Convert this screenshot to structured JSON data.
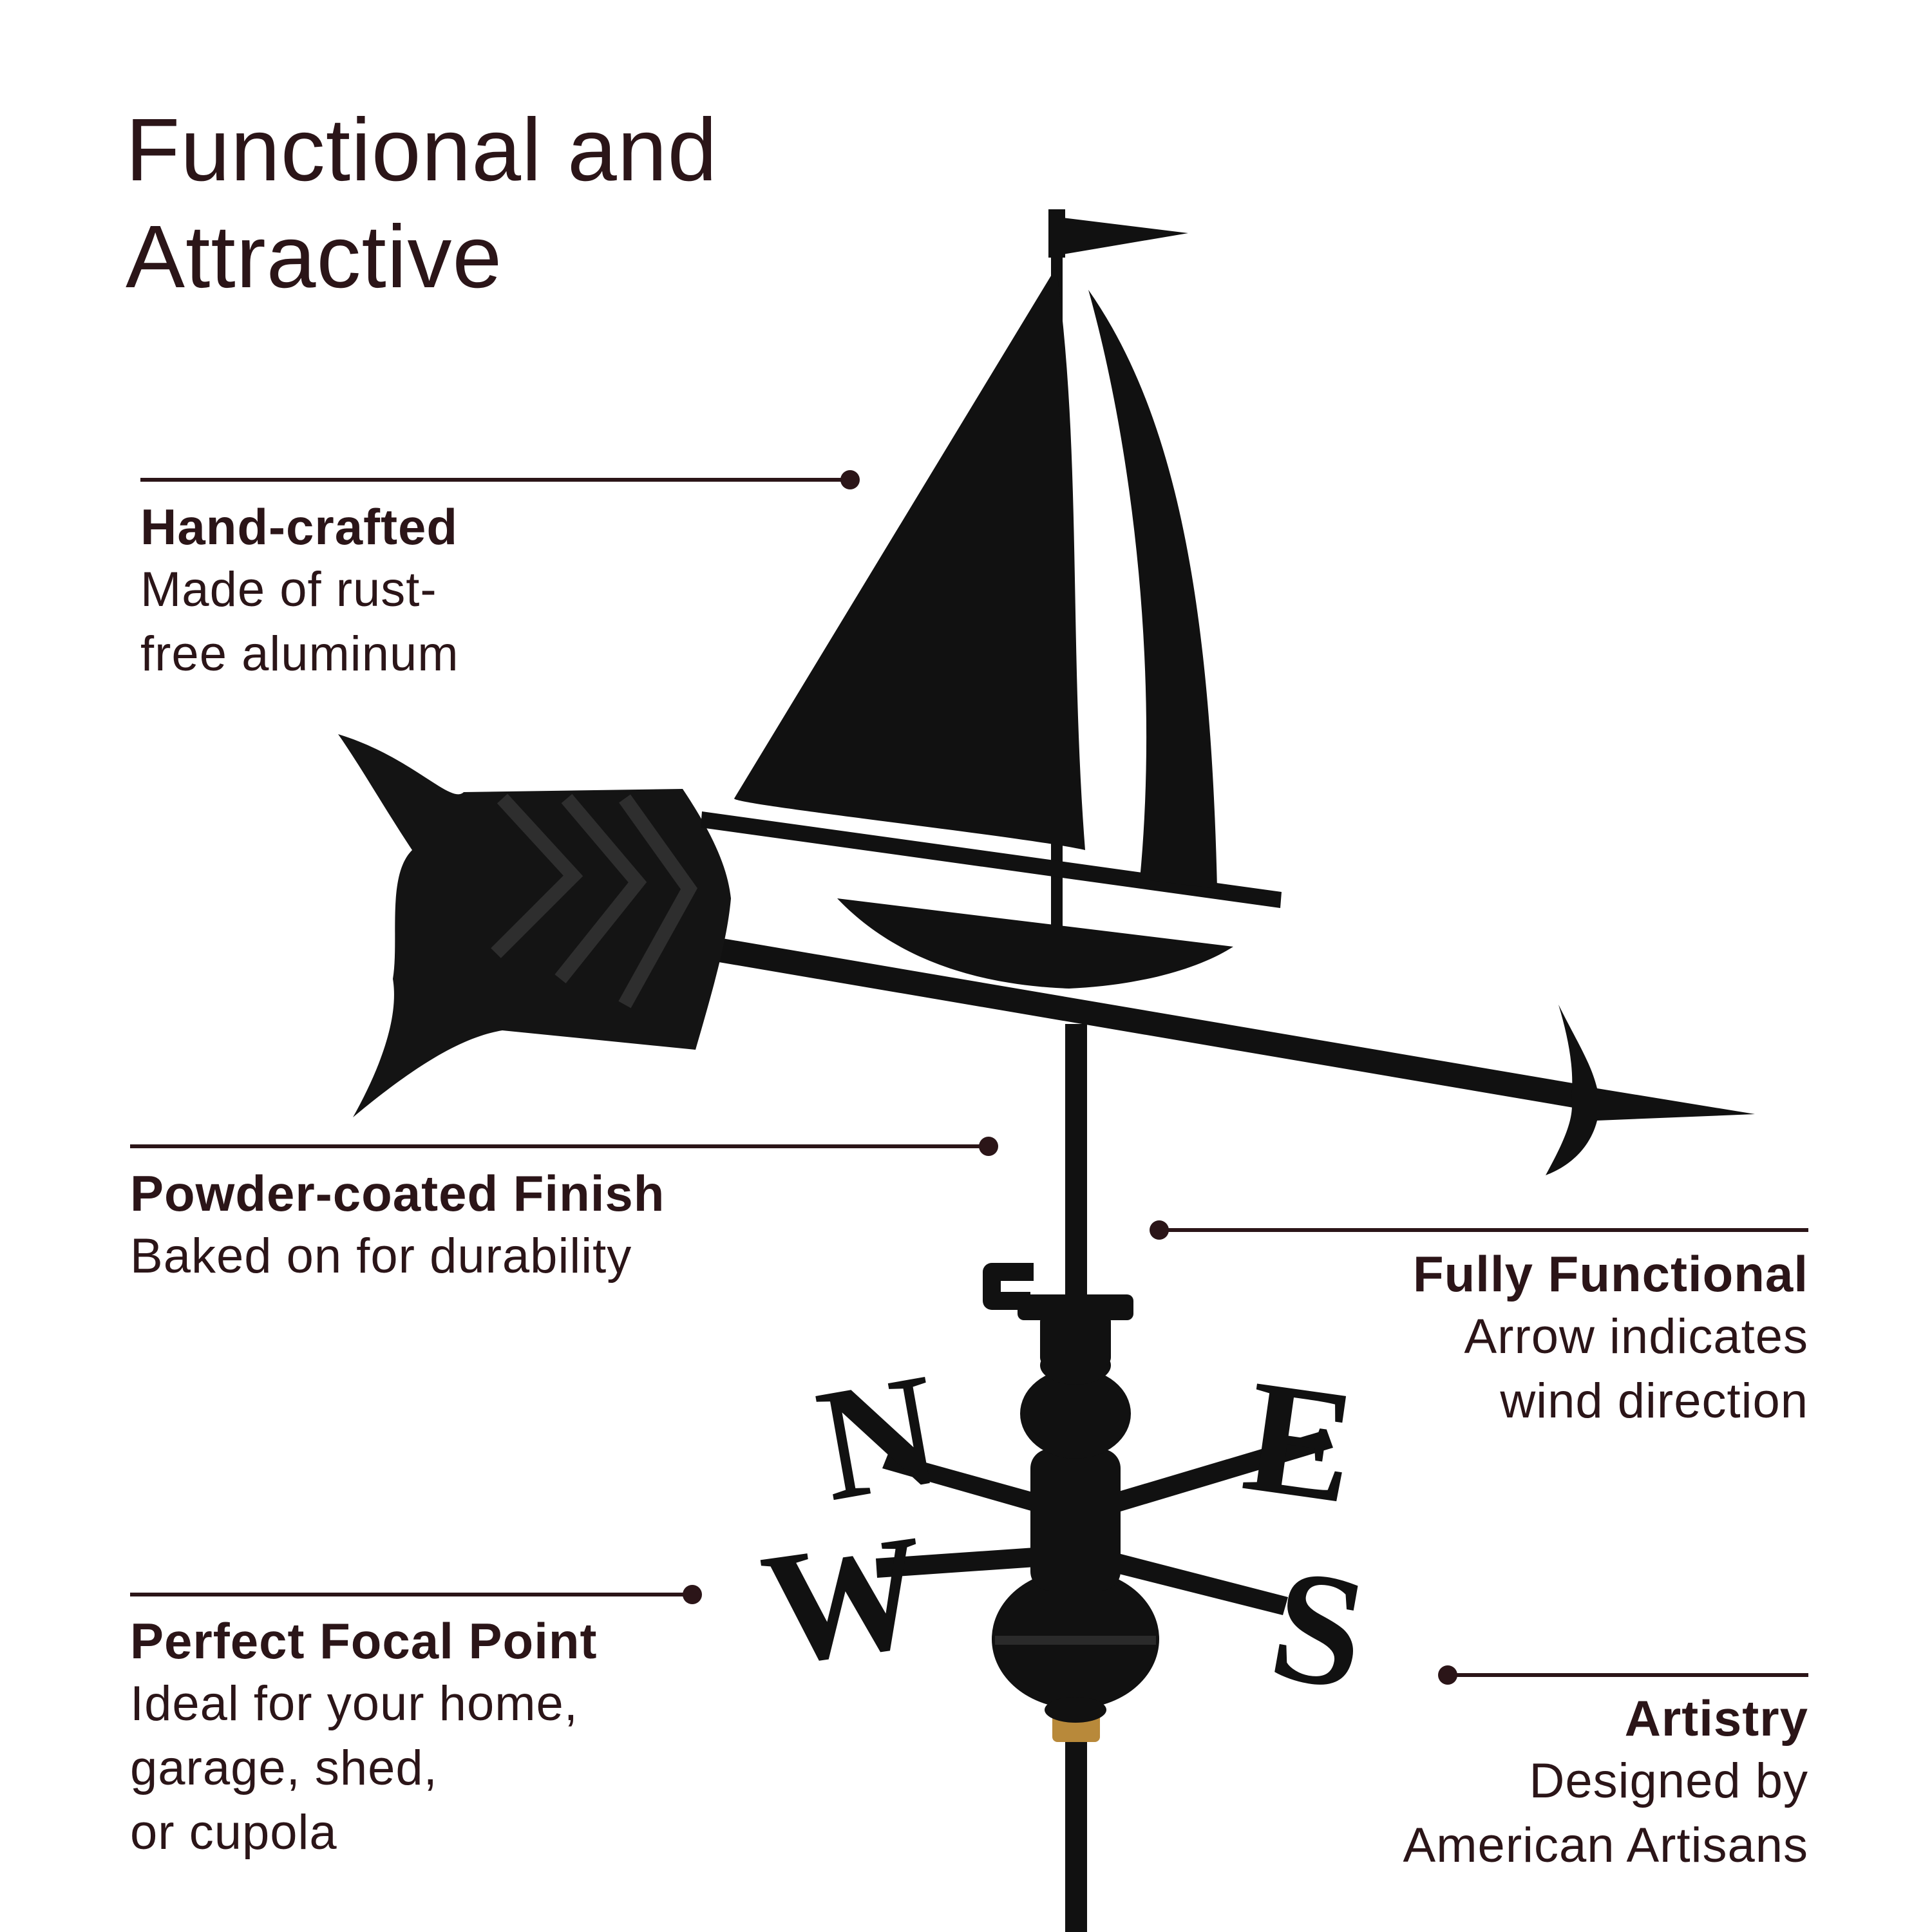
{
  "title": {
    "line1": "Functional and",
    "line2": "Attractive"
  },
  "features": {
    "hand_crafted": {
      "heading": "Hand-crafted",
      "lines": [
        "Made of rust-",
        "free aluminum"
      ]
    },
    "powder_coated": {
      "heading": "Powder-coated Finish",
      "lines": [
        "Baked on for durability"
      ]
    },
    "focal_point": {
      "heading": "Perfect Focal Point",
      "lines": [
        "Ideal for your home,",
        "garage, shed,",
        "or cupola"
      ]
    },
    "fully_functional": {
      "heading": "Fully Functional",
      "lines": [
        "Arrow indicates",
        "wind direction"
      ]
    },
    "artistry": {
      "heading": "Artistry",
      "lines": [
        "Designed by",
        "American Artisans"
      ]
    }
  },
  "compass": {
    "north": "N",
    "east": "E",
    "south": "S",
    "west": "W"
  },
  "colors": {
    "text": "#2b1518",
    "metal": "#111111",
    "background": "#ffffff",
    "accent": "#b8893a"
  }
}
